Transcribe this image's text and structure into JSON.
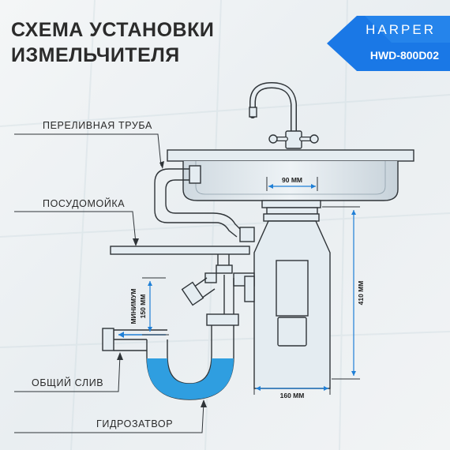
{
  "title": {
    "line1": "СХЕМА УСТАНОВКИ",
    "line2": "ИЗМЕЛЬЧИТЕЛЯ"
  },
  "brand": {
    "name": "HARPER",
    "model": "HWD-800D02",
    "color": "#1a78e6"
  },
  "labels": {
    "overflow_pipe": "ПЕРЕЛИВНАЯ ТРУБА",
    "dishwasher": "ПОСУДОМОЙКА",
    "common_drain": "ОБЩИЙ СЛИВ",
    "water_seal": "ГИДРОЗАТВОР"
  },
  "dimensions": {
    "top_width": "90 ММ",
    "height": "410 ММ",
    "bottom_width": "160 ММ",
    "min_label": "МИНИМУМ",
    "min_value": "150 ММ"
  },
  "colors": {
    "background": "#eef1f3",
    "water": "#2f9ee0",
    "flow_arrow": "#1f7fd6",
    "line": "#2f3438"
  },
  "icons": {
    "faucet": "faucet-icon",
    "sink": "sink-icon",
    "disposer": "food-disposer-icon"
  }
}
